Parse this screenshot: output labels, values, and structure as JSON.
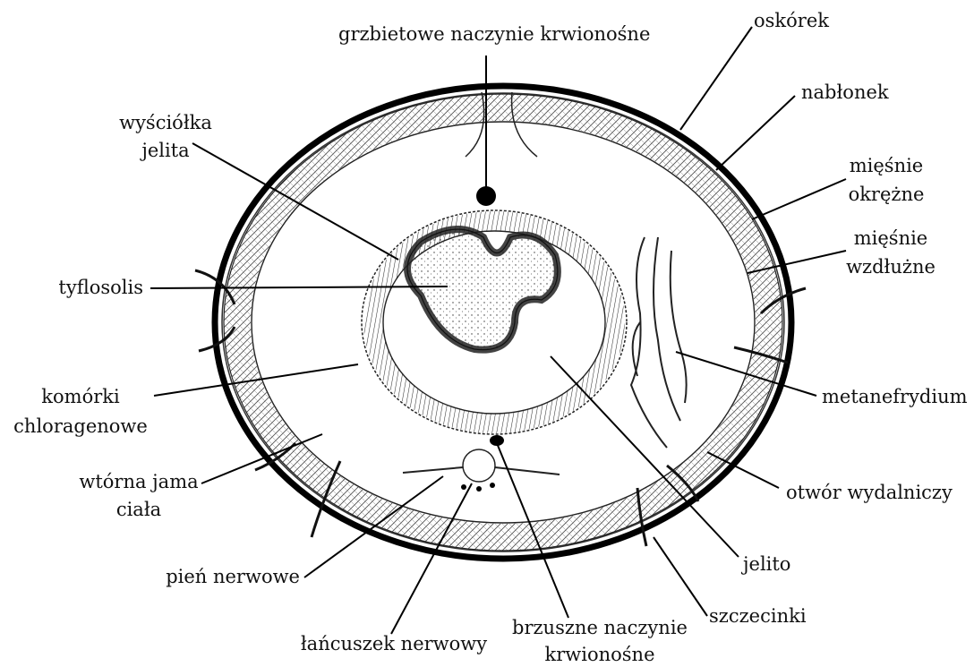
{
  "labels": {
    "grzbietowe": "grzbietowe naczynie krwionośne",
    "oskorek": "oskórek",
    "nablonek": "nabłonek",
    "miesnie_okrezne_1": "mięśnie",
    "miesnie_okrezne_2": "okrężne",
    "miesnie_wzdluzne_1": "mięśnie",
    "miesnie_wzdluzne_2": "wzdłużne",
    "wysciolka_1": "wyściółka",
    "wysciolka_2": "jelita",
    "tyflosolis": "tyflosolis",
    "komorki_1": "komórki",
    "komorki_2": "chloragenowe",
    "wtorna_1": "wtórna jama",
    "wtorna_2": "ciała",
    "metanefrydium": "metanefrydium",
    "otwor": "otwór wydalniczy",
    "pien": "pień nerwowe",
    "jelito": "jelito",
    "szczecinki": "szczecinki",
    "lancuszek": "łańcuszek nerwowy",
    "brzuszne_1": "brzuszne naczynie",
    "brzuszne_2": "krwionośne"
  }
}
